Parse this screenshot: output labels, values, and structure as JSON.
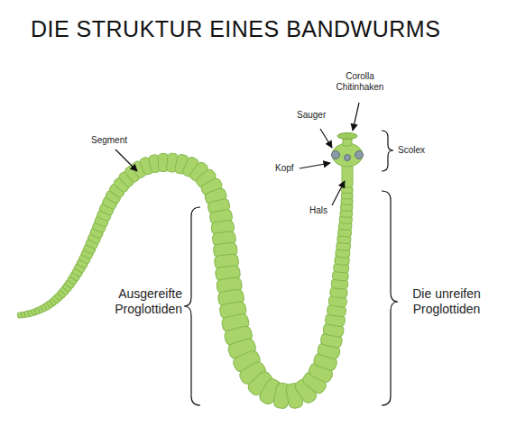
{
  "diagram": {
    "title": "DIE STRUKTUR EINES BANDWURMS",
    "labels": [
      "Corolla Chitinhaken",
      "Sauger",
      "Scolex",
      "Segment",
      "Kopf",
      "Hals",
      "Ausgereifte Proglottiden",
      "Die unreifen Proglottiden"
    ]
  }
}
